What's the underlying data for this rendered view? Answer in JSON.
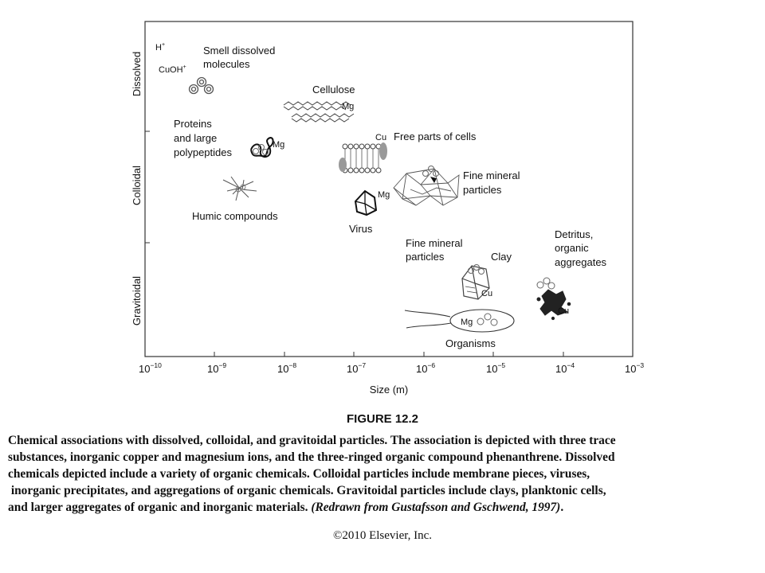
{
  "figure": {
    "number": "FIGURE 12.2",
    "caption_lines": [
      "Chemical associations with dissolved, colloidal, and gravitoidal particles. The association is depicted with three trace",
      "substances, inorganic copper and magnesium ions, and the three-ringed organic compound phenanthrene. Dissolved",
      "chemicals depicted include a variety of organic chemicals. Colloidal particles include membrane pieces, viruses,",
      " inorganic precipitates, and aggregations of organic chemicals. Gravitoidal particles include clays, planktonic cells,",
      "and larger aggregates of organic and inorganic materials. "
    ],
    "caption_reference": "(Redrawn from Gustafsson and Gschwend, 1997)",
    "caption_end": ".",
    "copyright": "©2010 Elsevier, Inc."
  },
  "diagram": {
    "x_axis": {
      "label": "Size (m)",
      "ticks": [
        "10",
        "10",
        "10",
        "10",
        "10",
        "10",
        "10",
        "10"
      ],
      "exponents": [
        "−10",
        "−9",
        "−8",
        "−7",
        "−6",
        "−5",
        "−4",
        "−3"
      ]
    },
    "y_axis": {
      "categories": [
        "Dissolved",
        "Colloidal",
        "Gravitoidal"
      ]
    },
    "labels": {
      "h_plus": "H",
      "h_plus_sup": "+",
      "cuoh_plus": "CuOH",
      "cuoh_plus_sup": "+",
      "smell_line1": "Smell dissolved",
      "smell_line2": "molecules",
      "cellulose": "Cellulose",
      "cellulose_mg": "Mg",
      "proteins_line1": "Proteins",
      "proteins_line2": "and large",
      "proteins_line3": "polypeptides",
      "proteins_mg": "Mg",
      "cells_cu": "Cu",
      "free_parts": "Free parts of cells",
      "fine_mineral_colloid_line1": "Fine mineral",
      "fine_mineral_colloid_line2": "particles",
      "virus_mg": "Mg",
      "virus": "Virus",
      "humic": "Humic compounds",
      "fine_mineral_grav_line1": "Fine mineral",
      "fine_mineral_grav_line2": "particles",
      "clay": "Clay",
      "clay_cu": "Cu",
      "detritus_line1": "Detritus,",
      "detritus_line2": "organic",
      "detritus_line3": "aggregates",
      "detritus_cu": "Cu",
      "organisms_mg": "Mg",
      "organisms": "Organisms"
    }
  }
}
